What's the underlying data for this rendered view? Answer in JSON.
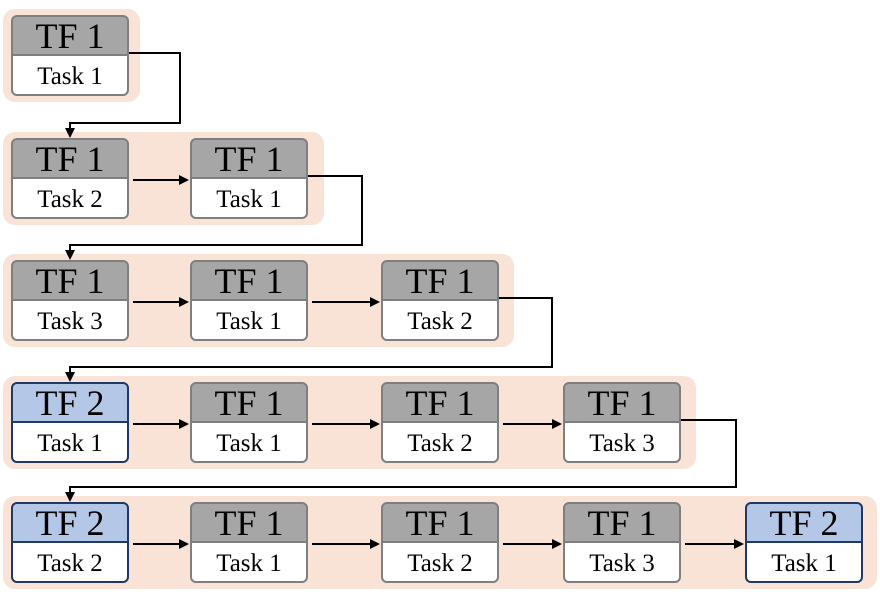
{
  "colors": {
    "row_band": "#f9e3d6",
    "tf1_header": "#a6a6a6",
    "tf2_header": "#b4c7e7",
    "tf1_border": "#7f7f7f",
    "tf2_border": "#1f3864",
    "body": "#ffffff",
    "arrow": "#000000"
  },
  "rows": [
    {
      "blocks": [
        {
          "tf": "TF 1",
          "task": "Task 1",
          "kind": "tf1"
        }
      ]
    },
    {
      "blocks": [
        {
          "tf": "TF 1",
          "task": "Task 2",
          "kind": "tf1"
        },
        {
          "tf": "TF 1",
          "task": "Task 1",
          "kind": "tf1"
        }
      ]
    },
    {
      "blocks": [
        {
          "tf": "TF 1",
          "task": "Task 3",
          "kind": "tf1"
        },
        {
          "tf": "TF 1",
          "task": "Task 1",
          "kind": "tf1"
        },
        {
          "tf": "TF 1",
          "task": "Task 2",
          "kind": "tf1"
        }
      ]
    },
    {
      "blocks": [
        {
          "tf": "TF 2",
          "task": "Task 1",
          "kind": "tf2"
        },
        {
          "tf": "TF 1",
          "task": "Task 1",
          "kind": "tf1"
        },
        {
          "tf": "TF 1",
          "task": "Task 2",
          "kind": "tf1"
        },
        {
          "tf": "TF 1",
          "task": "Task 3",
          "kind": "tf1"
        }
      ]
    },
    {
      "blocks": [
        {
          "tf": "TF 2",
          "task": "Task 2",
          "kind": "tf2"
        },
        {
          "tf": "TF 1",
          "task": "Task 1",
          "kind": "tf1"
        },
        {
          "tf": "TF 1",
          "task": "Task 2",
          "kind": "tf1"
        },
        {
          "tf": "TF 1",
          "task": "Task 3",
          "kind": "tf1"
        },
        {
          "tf": "TF 2",
          "task": "Task 1",
          "kind": "tf2"
        }
      ]
    }
  ]
}
